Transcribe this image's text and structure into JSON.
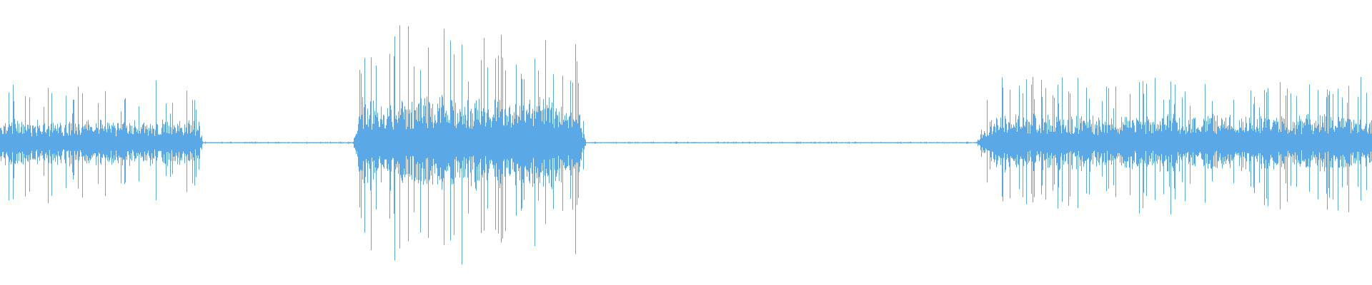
{
  "waveform": {
    "color": "#5aa9e6",
    "background": "#ffffff",
    "segments": [
      {
        "kind": "speech",
        "start": 0.0,
        "end": 0.148,
        "peak": 0.42,
        "body": 0.13
      },
      {
        "kind": "speech",
        "start": 0.257,
        "end": 0.427,
        "peak": 0.82,
        "body": 0.26
      },
      {
        "kind": "speech",
        "start": 0.711,
        "end": 1.0,
        "peak": 0.48,
        "body": 0.16
      }
    ]
  }
}
